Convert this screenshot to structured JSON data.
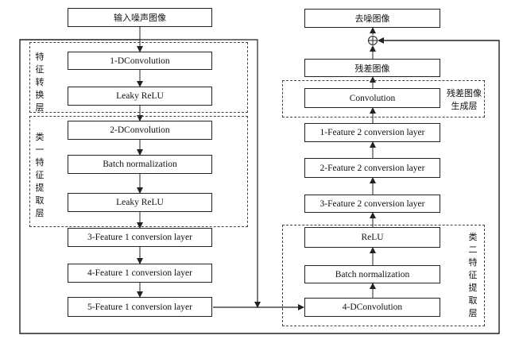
{
  "left_column": {
    "input": "输入噪声图像",
    "conv1": "1-DConvolution",
    "relu1": "Leaky ReLU",
    "conv2": "2-DConvolution",
    "bn1": "Batch normalization",
    "relu2": "Leaky ReLU",
    "feat1_3": "3-Feature 1 conversion layer",
    "feat1_4": "4-Feature 1 conversion layer",
    "feat1_5": "5-Feature 1 conversion layer"
  },
  "right_column": {
    "output": "去噪图像",
    "residual": "残差图像",
    "conv": "Convolution",
    "feat2_1": "1-Feature 2 conversion layer",
    "feat2_2": "2-Feature 2 conversion layer",
    "feat2_3": "3-Feature 2 conversion layer",
    "relu": "ReLU",
    "bn": "Batch normalization",
    "conv4": "4-DConvolution"
  },
  "groups": {
    "feature_transform": "特征转换层",
    "class1_extract": "类一特征提取层",
    "residual_gen": "残差图像生成层",
    "class2_extract": "类二特征提取层"
  },
  "sum_symbol": "⊕"
}
